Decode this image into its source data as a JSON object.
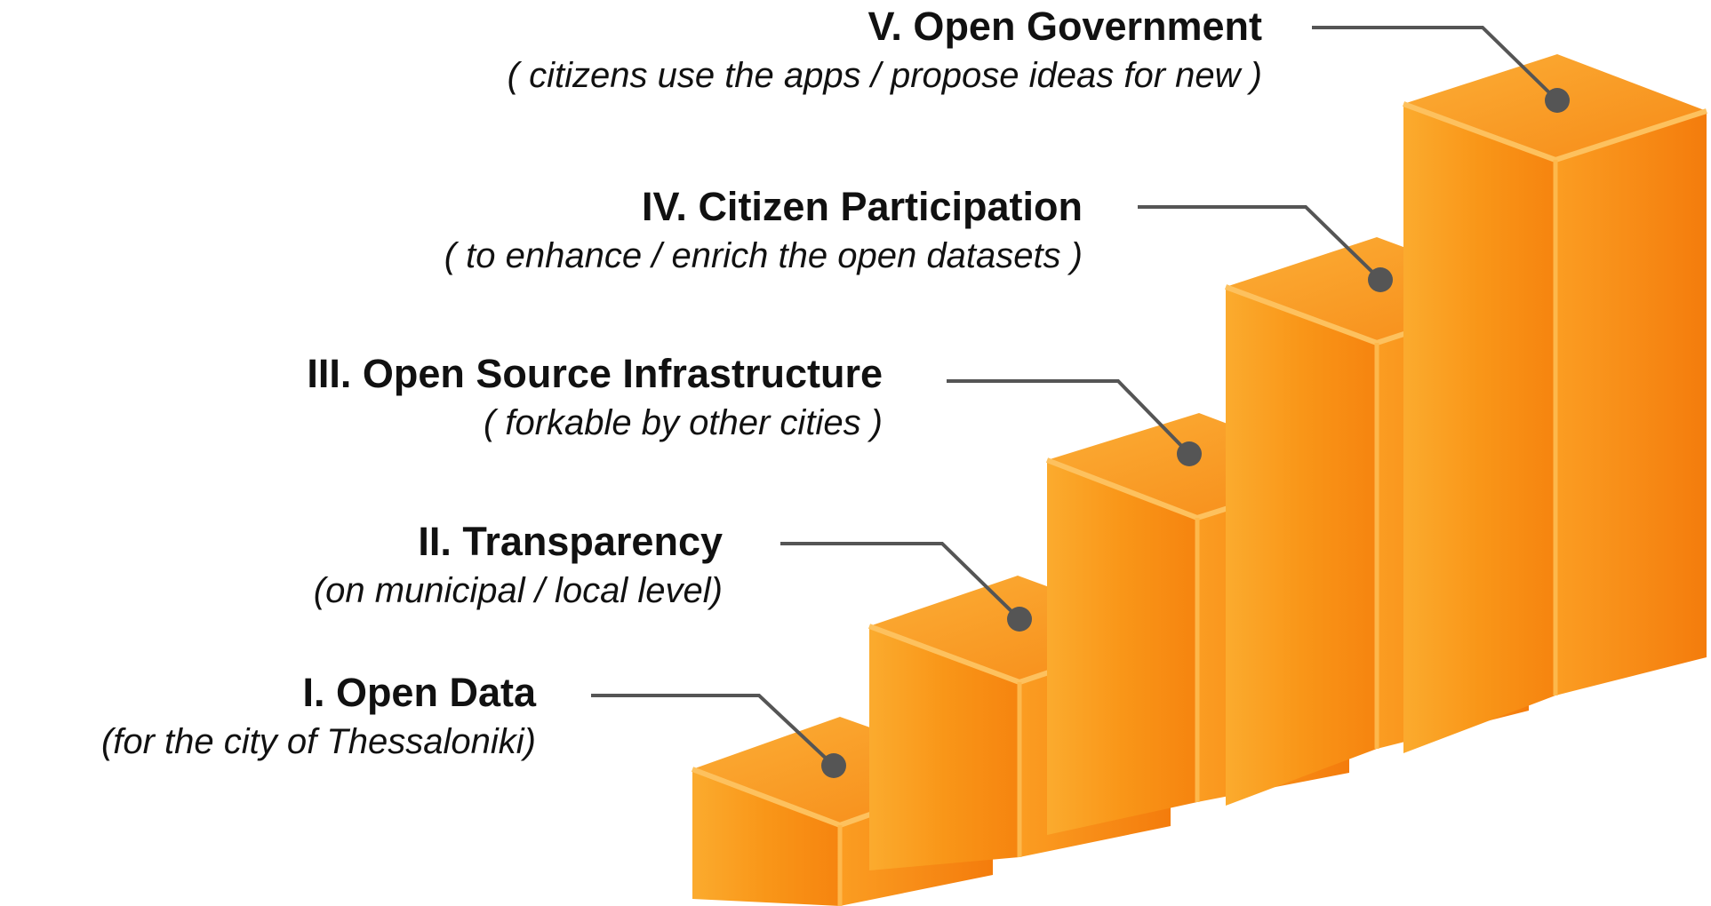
{
  "steps": [
    {
      "title": "I. Open Data",
      "subtitle": "(for the city of Thessaloniki)"
    },
    {
      "title": "II. Transparency",
      "subtitle": "(on municipal / local  level)"
    },
    {
      "title": "III. Open Source Infrastructure",
      "subtitle": "( forkable by other cities )"
    },
    {
      "title": "IV. Citizen Participation",
      "subtitle": "( to enhance / enrich the open datasets )"
    },
    {
      "title": "V. Open Government",
      "subtitle": "( citizens use the apps / propose ideas for new )"
    }
  ],
  "colors": {
    "block_front": "#f98c15",
    "block_top": "#fa9b2a",
    "block_side": "#f58212",
    "connector": "#555555",
    "text": "#111111"
  }
}
